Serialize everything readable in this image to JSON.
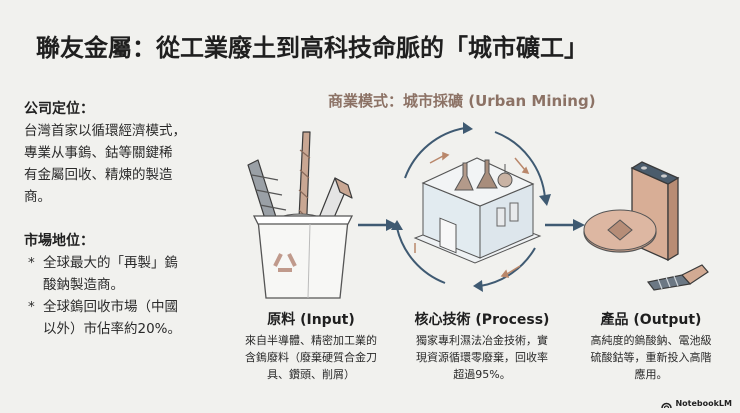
{
  "title": "聯友金屬：從工業廢土到高科技命脈的「城市礦工」",
  "company": {
    "heading": "公司定位：",
    "body_lines": [
      "台灣首家以循環經濟模式，",
      "專業从事鎢、鈷等關鍵稀",
      "有金屬回收、精煉的製造",
      "商。"
    ]
  },
  "market": {
    "heading": "市場地位：",
    "bullets": [
      {
        "marker": "*",
        "lines": [
          "全球最大的「再製」鎢",
          "酸鈉製造商。"
        ]
      },
      {
        "marker": "*",
        "lines": [
          "全球鎢回收市場（中國",
          "以外）市佔率約20%。"
        ]
      }
    ]
  },
  "business_model": {
    "title": "商業模式：城市採礦 (Urban Mining)",
    "steps": [
      {
        "heading": "原料 (Input)",
        "lines": [
          "來自半導體、精密加工業的",
          "含鎢廢料（廢棄硬質合金刀",
          "具、鑽頭、削屑）"
        ],
        "icon": "recycle-bin-with-drill-bits-icon"
      },
      {
        "heading": "核心技術 (Process)",
        "lines": [
          "獨家專利濕法冶金技術，實",
          "現資源循環零廢棄，回收率",
          "超過95%。"
        ],
        "icon": "chemical-plant-cycle-icon"
      },
      {
        "heading": "產品 (Output)",
        "lines": [
          "高純度的鎢酸鈉、電池級",
          "硫酸鈷等，重新投入高階",
          "應用。"
        ],
        "icon": "battery-chip-drill-icon"
      }
    ]
  },
  "colors": {
    "background": "#f1f1ee",
    "accent_brown": "#8c7265",
    "arrow_blue": "#3f5a72",
    "arrow_copper": "#b9876a"
  },
  "brand": {
    "label": "NotebookLM",
    "icon": "notebooklm-logo-icon"
  }
}
